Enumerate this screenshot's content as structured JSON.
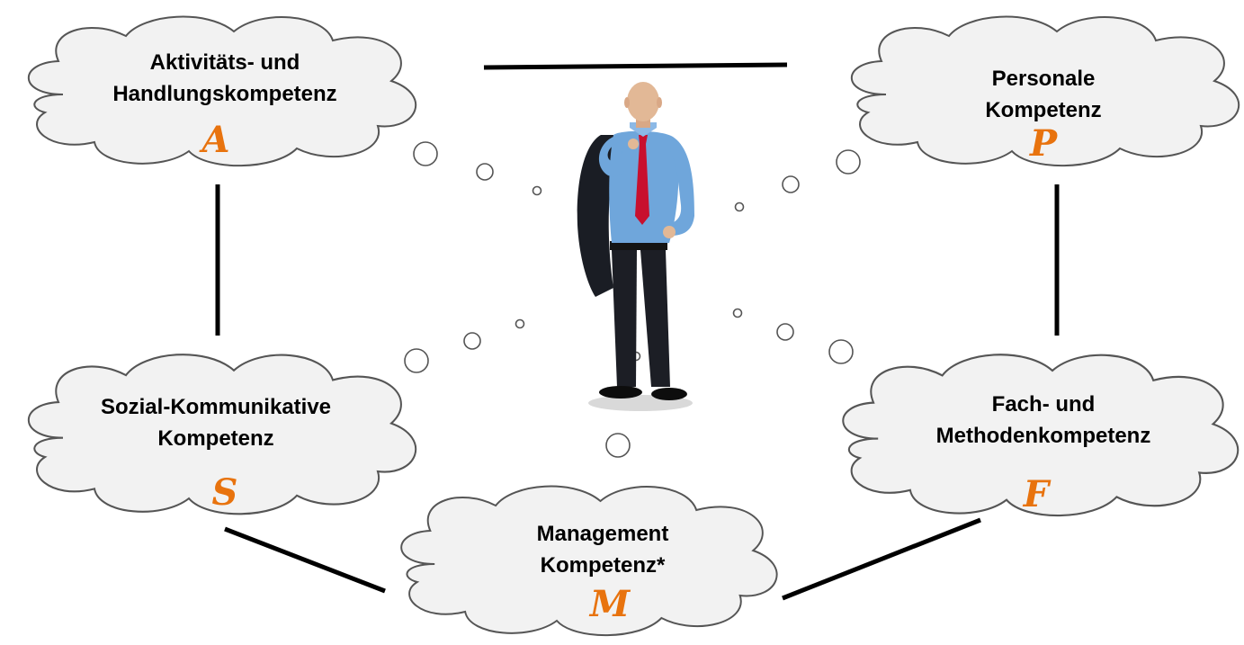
{
  "accent_color": "#E8730E",
  "line_color": "#000000",
  "cloud_fill": "#F2F2F2",
  "clouds": {
    "activity": {
      "line1": "Aktivitäts- und",
      "line2": "Handlungskompetenz",
      "letter": "A"
    },
    "personal": {
      "line1": "Personale",
      "line2": "Kompetenz",
      "letter": "P"
    },
    "social": {
      "line1": "Sozial-Kommunikative",
      "line2": "Kompetenz",
      "letter": "S"
    },
    "professional": {
      "line1": "Fach- und",
      "line2": "Methodenkompetenz",
      "letter": "F"
    },
    "management": {
      "line1": "Management",
      "line2": "Kompetenz*",
      "letter": "M"
    }
  },
  "figure": {
    "icon": "businessman-icon"
  }
}
